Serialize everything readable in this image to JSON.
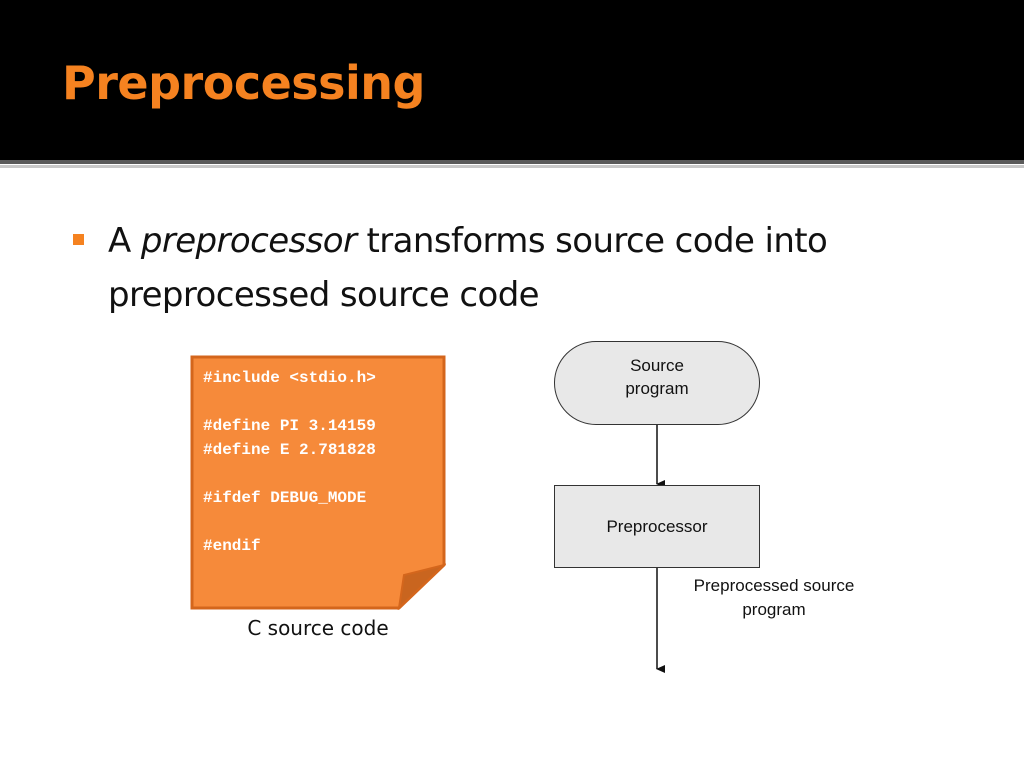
{
  "slide": {
    "title": "Preprocessing",
    "bullet": {
      "prefix": "A ",
      "emphasis": "preprocessor",
      "suffix": " transforms source code into preprocessed source code"
    }
  },
  "code_note": {
    "lines": [
      "#include <stdio.h>",
      "",
      "#define PI 3.14159",
      "#define E 2.781828",
      "",
      "#ifdef DEBUG_MODE",
      "",
      "#endif"
    ],
    "caption": "C source code"
  },
  "flowchart": {
    "source": "Source program",
    "process": "Preprocessor",
    "output": "Preprocessed source program"
  },
  "colors": {
    "accent": "#f58220",
    "note_fill": "#f68a3a",
    "note_border": "#d4661c",
    "node_fill": "#e8e8e8"
  }
}
